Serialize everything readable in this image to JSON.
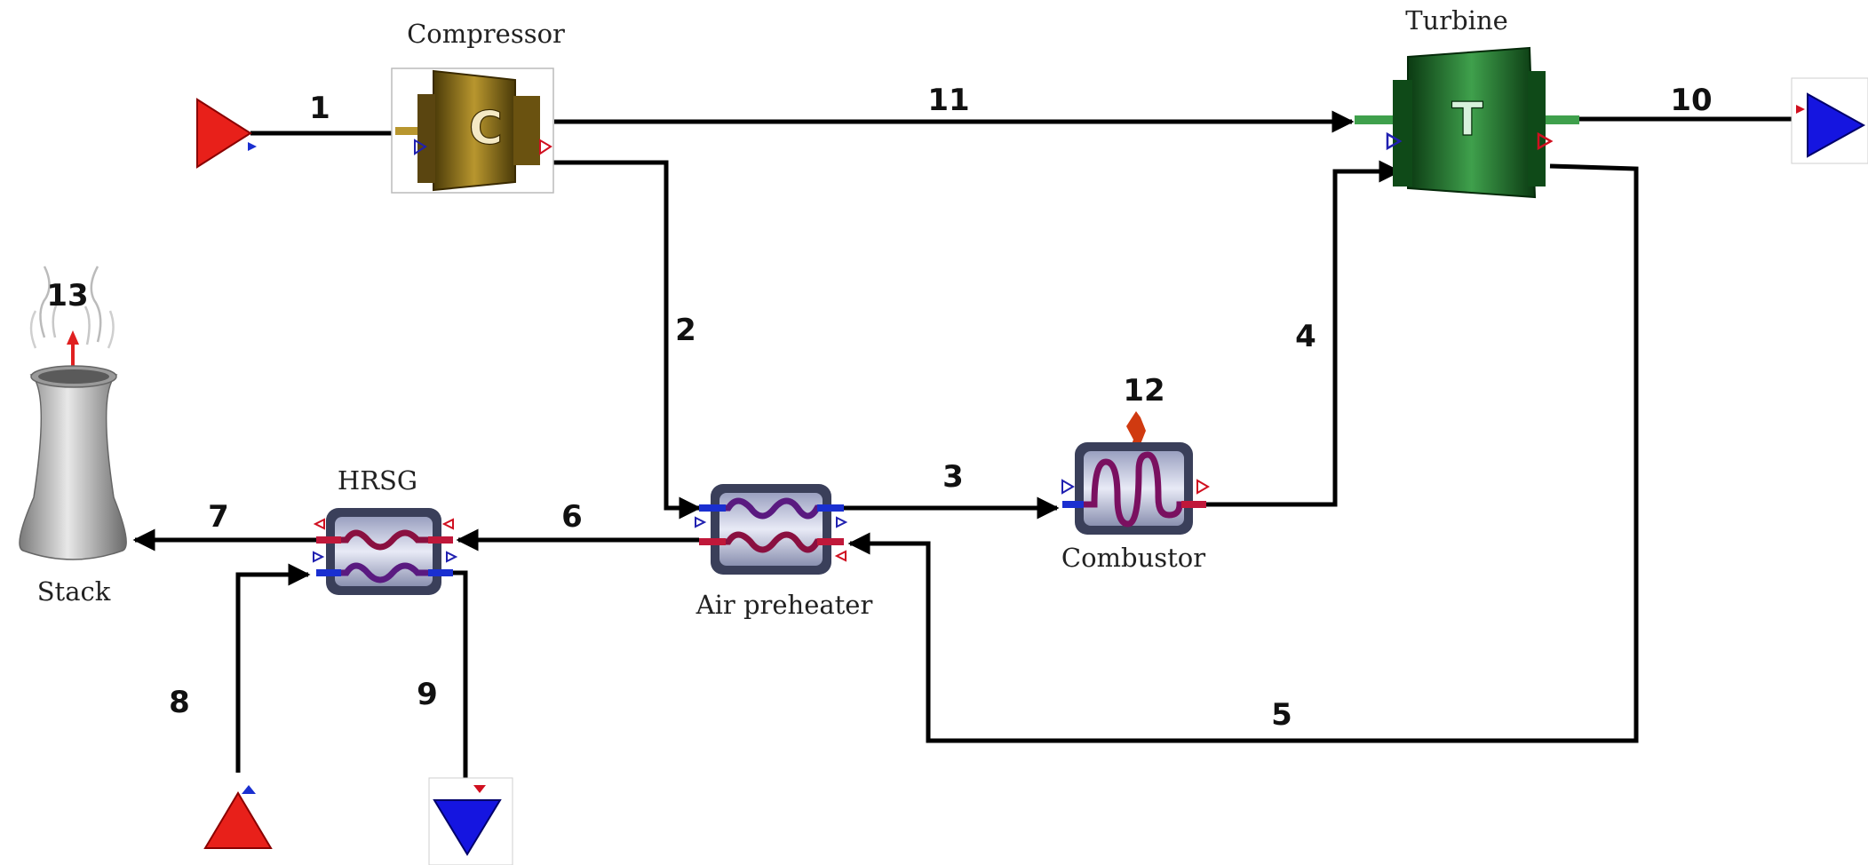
{
  "components": {
    "compressor": {
      "label": "Compressor",
      "letter": "C"
    },
    "turbine": {
      "label": "Turbine",
      "letter": "T"
    },
    "combustor": {
      "label": "Combustor"
    },
    "air_preheater": {
      "label": "Air preheater"
    },
    "hrsg": {
      "label": "HRSG"
    },
    "stack": {
      "label": "Stack"
    }
  },
  "streams": {
    "s1": "1",
    "s2": "2",
    "s3": "3",
    "s4": "4",
    "s5": "5",
    "s6": "6",
    "s7": "7",
    "s8": "8",
    "s9": "9",
    "s10": "10",
    "s11": "11",
    "s12": "12",
    "s13": "13"
  },
  "colors": {
    "source": "#e8201a",
    "sink": "#1515e0",
    "compressor_body": "#7a5f14",
    "turbine_body": "#1f6b2a",
    "hx_frame": "#3a3f5a",
    "hot_line": "#c0183a",
    "cold_line": "#1a2fd0"
  }
}
